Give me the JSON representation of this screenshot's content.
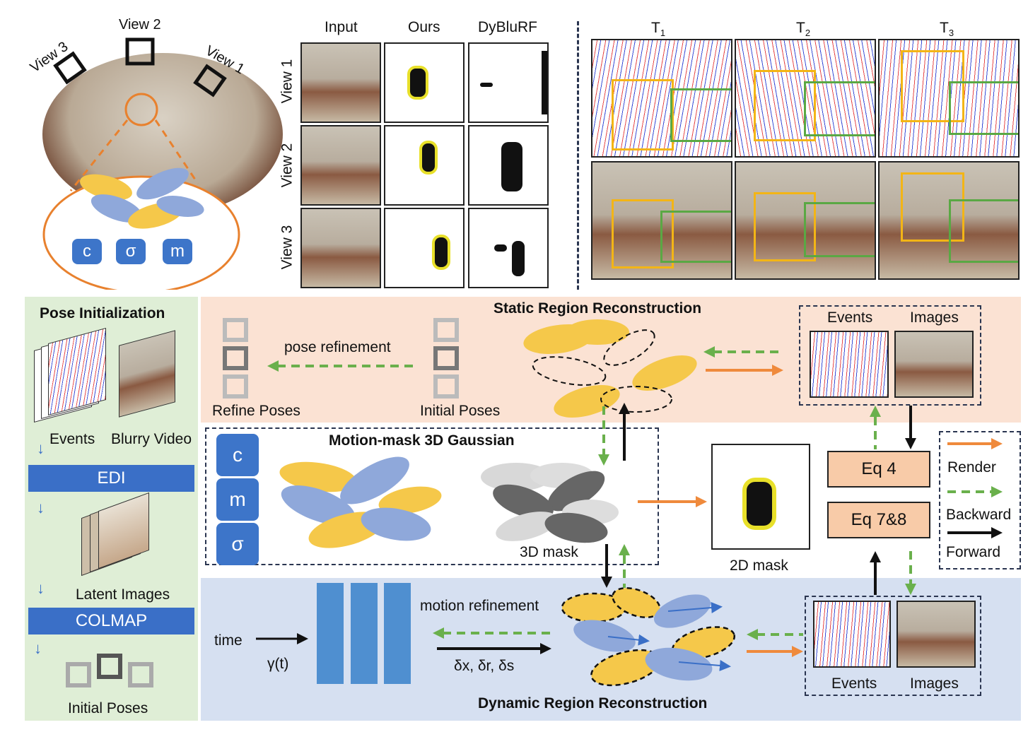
{
  "top_left": {
    "views": [
      "View 3",
      "View 2",
      "View 1"
    ],
    "params": [
      "c",
      "σ",
      "m"
    ]
  },
  "comparison": {
    "columns": [
      "Input",
      "Ours",
      "DyBluRF"
    ],
    "rows": [
      "View 1",
      "View 2",
      "View 3"
    ]
  },
  "time_panel": {
    "times": [
      {
        "base": "T",
        "sub": "1"
      },
      {
        "base": "T",
        "sub": "2"
      },
      {
        "base": "T",
        "sub": "3"
      }
    ]
  },
  "pose_init": {
    "title": "Pose Initialization",
    "events_label": "Events",
    "video_label": "Blurry Video",
    "edi": "EDI",
    "latent_label": "Latent Images",
    "colmap": "COLMAP",
    "initial_poses": "Initial Poses"
  },
  "static": {
    "title": "Static Region Reconstruction",
    "pose_refinement": "pose refinement",
    "refine_poses": "Refine Poses",
    "initial_poses": "Initial Poses",
    "events": "Events",
    "images": "Images"
  },
  "motion_mask": {
    "title": "Motion-mask 3D Gaussian",
    "params": [
      "c",
      "m",
      "σ"
    ],
    "mask3d": "3D mask",
    "mask2d": "2D mask"
  },
  "equations": [
    "Eq 4",
    "Eq 7&8"
  ],
  "legend": [
    "Render",
    "Backward",
    "Forward"
  ],
  "dynamic": {
    "title": "Dynamic Region Reconstruction",
    "time": "time",
    "gamma": "γ(t)",
    "motion_refinement": "motion refinement",
    "deltas": "δx, δr, δs",
    "events": "Events",
    "images": "Images"
  },
  "colors": {
    "yellow": "#f5c84a",
    "blue_gaussian": "#8fa8da",
    "green_bg": "#dfeed6",
    "peach_bg": "#fbe2d3",
    "blue_bg": "#d6e0f1",
    "render": "#ef8a3c",
    "backward": "#6ab04c",
    "forward": "#111111",
    "box_yellow": "#f3b516",
    "box_green": "#5aa844"
  }
}
